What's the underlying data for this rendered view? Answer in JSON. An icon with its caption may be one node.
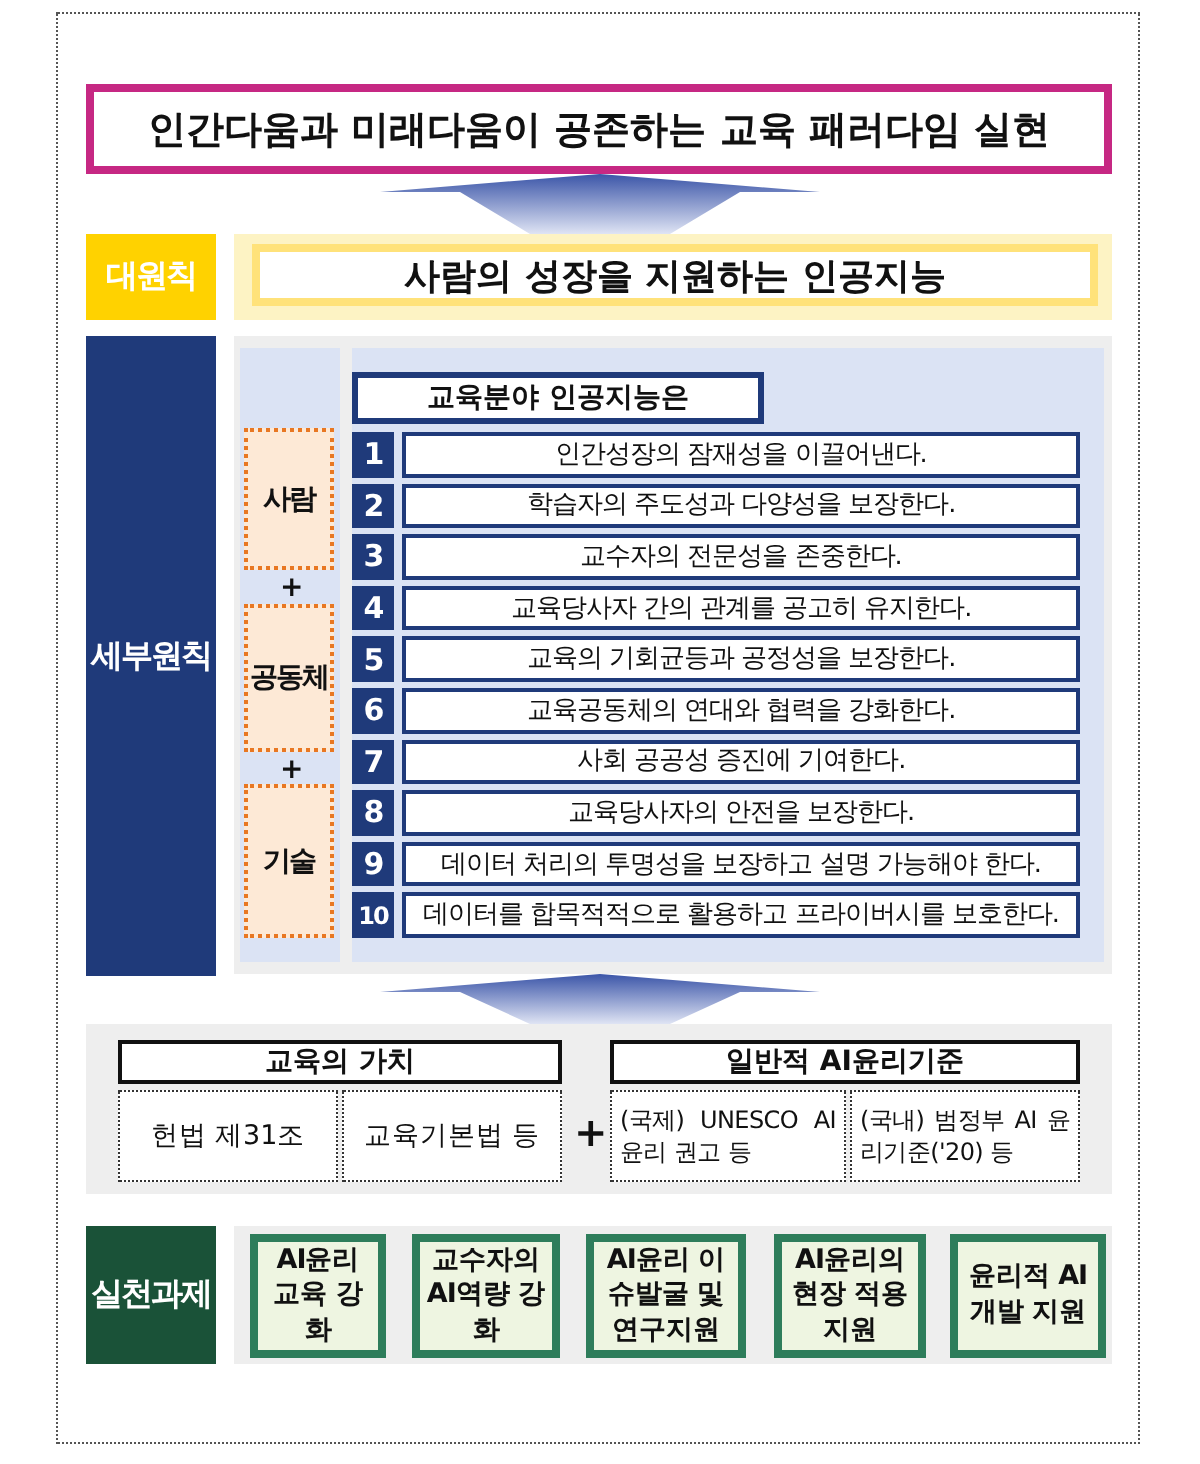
{
  "diagram": {
    "nodes": [
      {
        "text": [
          "인간다움과 미래다움이 공존하는 교육 패러다임 실현"
        ]
      },
      {
        "text": [
          "대원칙"
        ]
      },
      {
        "text": [
          "사람의 성장을 지원하는 인공지능"
        ]
      },
      {
        "text": [
          "세부원칙"
        ]
      },
      {
        "text": [],
        "shape": "box"
      },
      {
        "text": [
          "교육분야 인공지능은"
        ],
        "in": 4
      },
      {
        "text": [
          "사람"
        ],
        "in": 4
      },
      {
        "text": [
          "공동체"
        ],
        "in": 4
      },
      {
        "text": [
          "기술"
        ],
        "in": 4
      },
      {
        "text": [
          "1",
          "인간성장의 잠재성을 이끌어낸다."
        ],
        "in": 4
      },
      {
        "text": [
          "2",
          "학습자의 주도성과 다양성을 보장한다."
        ],
        "in": 4
      },
      {
        "text": [
          "3",
          "교수자의 전문성을 존중한다."
        ],
        "in": 4
      },
      {
        "text": [
          "4",
          "교육당사자 간의 관계를 공고히 유지한다."
        ],
        "in": 4
      },
      {
        "text": [
          "5",
          "교육의 기회균등과 공정성을 보장한다."
        ],
        "in": 4
      },
      {
        "text": [
          "6",
          "교육공동체의 연대와 협력을 강화한다."
        ],
        "in": 4
      },
      {
        "text": [
          "7",
          "사회 공공성 증진에 기여한다."
        ],
        "in": 4
      },
      {
        "text": [
          "8",
          "교육당사자의 안전을 보장한다."
        ],
        "in": 4
      },
      {
        "text": [
          "9",
          "데이터 처리의 투명성을 보장하고 설명 가능해야 한다."
        ],
        "in": 4
      },
      {
        "text": [
          "10",
          "데이터를 합목적적으로 활용하고 프라이버시를 보호한다."
        ],
        "in": 4
      },
      {
        "text": [],
        "shape": "box"
      },
      {
        "text": [
          "교육의 가치"
        ],
        "in": 19
      },
      {
        "text": [
          "헌법 제31조"
        ],
        "in": 19
      },
      {
        "text": [
          "교육기본법 등"
        ],
        "in": 19
      },
      {
        "text": [
          "일반적 AI윤리기준"
        ],
        "in": 19
      },
      {
        "text": [
          "(국제) UNESCO AI 윤리 권고 등"
        ],
        "in": 19
      },
      {
        "text": [
          "(국내) 범정부 AI 윤리기준('20) 등"
        ],
        "in": 19
      },
      {
        "text": [
          "실천과제"
        ]
      },
      {
        "text": [
          "AI윤리 교육 강화"
        ]
      },
      {
        "text": [
          "교수자의 AI역량 강화"
        ]
      },
      {
        "text": [
          "AI윤리 이슈발굴 및 연구지원"
        ]
      },
      {
        "text": [
          "AI윤리의 현장 적용 지원"
        ]
      },
      {
        "text": [
          "윤리적 AI개발 지원"
        ]
      }
    ],
    "edges": [
      {
        "from": 2,
        "to": 0,
        "arrow": "to"
      },
      {
        "from": 19,
        "to": 4,
        "arrow": "to"
      }
    ],
    "labels": [
      "+",
      "+",
      "+"
    ]
  }
}
